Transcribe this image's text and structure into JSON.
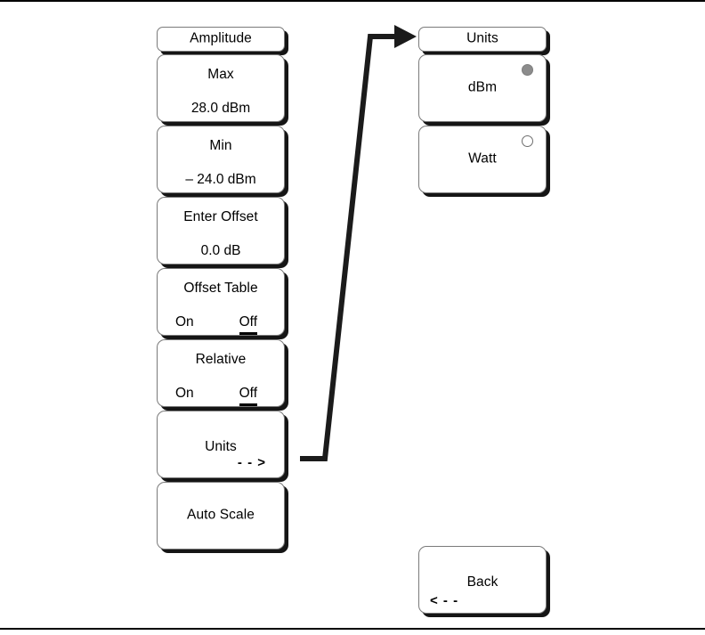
{
  "page": {
    "title": "Amplitude soft-key menu",
    "background": "#ffffff",
    "rule_color": "#000000"
  },
  "colors": {
    "key_fill": "#ffffff",
    "key_border": "#7a7a7a",
    "key_shadow": "#151515",
    "text": "#000000",
    "radio_selected": "#8c8c8c",
    "radio_unselected": "#ffffff"
  },
  "amplitude_menu": {
    "header": {
      "label": "Amplitude"
    },
    "keys": [
      {
        "name": "max",
        "label": "Max",
        "value": "28.0 dBm",
        "type": "two-line"
      },
      {
        "name": "min",
        "label": "Min",
        "value": "– 24.0 dBm",
        "type": "two-line"
      },
      {
        "name": "enter-offset",
        "label": "Enter Offset",
        "value": "0.0 dB",
        "type": "two-line"
      },
      {
        "name": "offset-table",
        "label": "Offset Table",
        "type": "toggle",
        "options": [
          "On",
          "Off"
        ],
        "selected": "Off"
      },
      {
        "name": "relative",
        "label": "Relative",
        "type": "toggle",
        "options": [
          "On",
          "Off"
        ],
        "selected": "Off"
      },
      {
        "name": "units",
        "label": "Units",
        "type": "submenu",
        "indicator": "- - >"
      },
      {
        "name": "auto-scale",
        "label": "Auto Scale",
        "type": "single-line"
      }
    ]
  },
  "units_menu": {
    "header": {
      "label": "Units"
    },
    "keys": [
      {
        "name": "dbm",
        "label": "dBm",
        "type": "radio",
        "selected": true
      },
      {
        "name": "watt",
        "label": "Watt",
        "type": "radio",
        "selected": false
      }
    ],
    "back": {
      "label": "Back",
      "indicator": "< - -"
    }
  },
  "connector": {
    "from": "units-key",
    "to": "units-menu-header",
    "style": "elbow-arrow"
  }
}
